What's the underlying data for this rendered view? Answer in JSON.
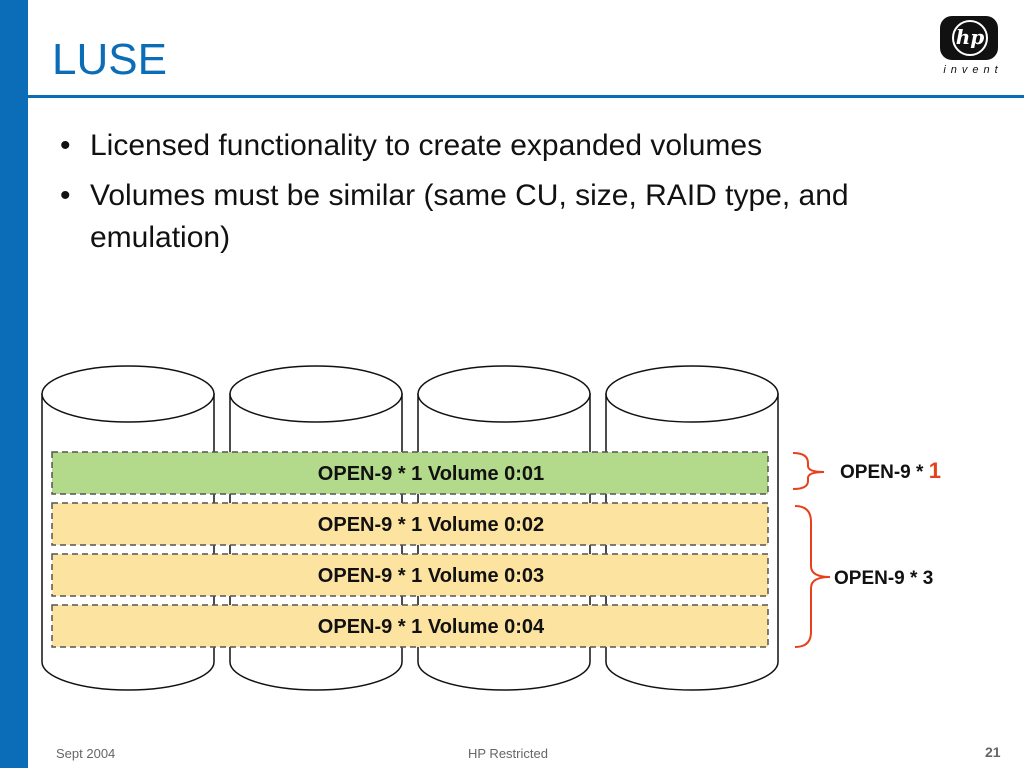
{
  "slide": {
    "title": "LUSE",
    "bullets": [
      "Licensed functionality to create expanded volumes",
      "Volumes must be similar (same CU, size, RAID type, and emulation)"
    ],
    "logo": {
      "mark": "hp",
      "tagline": "invent"
    }
  },
  "diagram": {
    "disks": 4,
    "volumes": [
      {
        "label": "OPEN-9 * 1 Volume 0:01",
        "fill": "#b3d98a"
      },
      {
        "label": "OPEN-9 * 1 Volume 0:02",
        "fill": "#fde3a0"
      },
      {
        "label": "OPEN-9 * 1 Volume 0:03",
        "fill": "#fde3a0"
      },
      {
        "label": "OPEN-9 * 1 Volume 0:04",
        "fill": "#fde3a0"
      }
    ],
    "brace_labels": {
      "single_prefix": "OPEN-9 * ",
      "single_count": "1",
      "triple": "OPEN-9 * 3"
    },
    "accent_color": "#e8401c"
  },
  "footer": {
    "date": "Sept 2004",
    "classification": "HP Restricted",
    "page_number": "21"
  }
}
